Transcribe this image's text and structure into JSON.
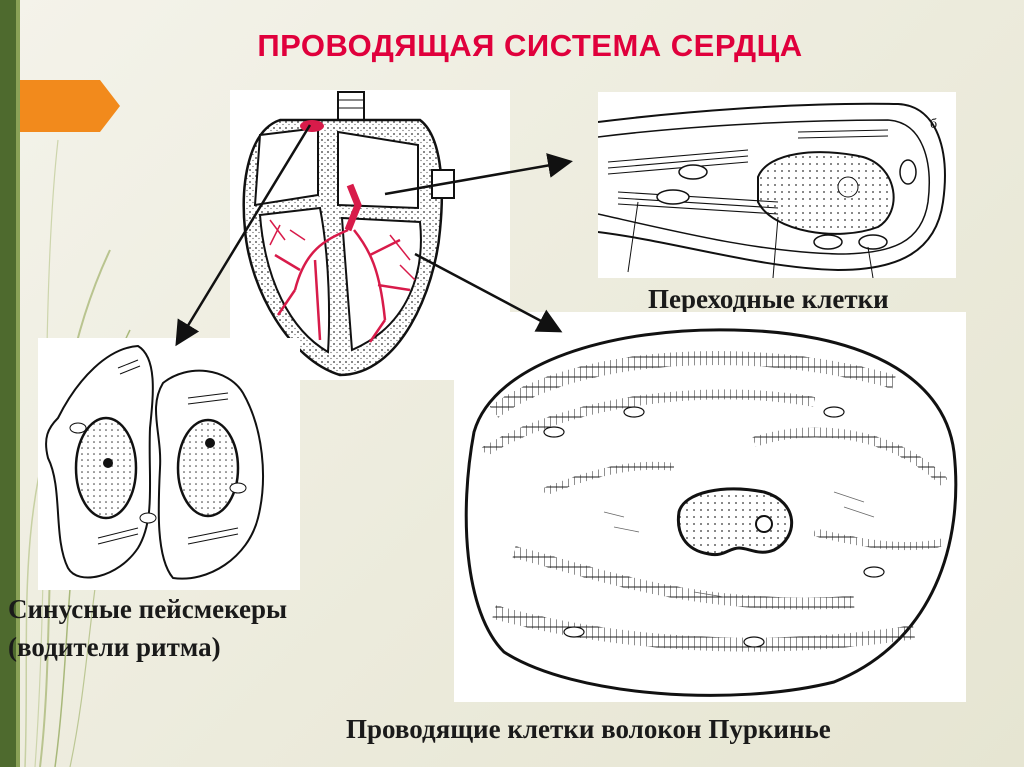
{
  "slide": {
    "title": "ПРОВОДЯЩАЯ СИСТЕМА СЕРДЦА",
    "accent_color": "#e0003c",
    "tab_color": "#f28a1c",
    "bar_color": "#4e6a2e"
  },
  "labels": {
    "transitional": "Переходные клетки",
    "sinus_line1": "Синусные пейсмекеры",
    "sinus_line2": "(водители ритма)",
    "purkinje": "Проводящие клетки волокон Пуркинье"
  },
  "figure_marks": {
    "transitional_cell": "б"
  },
  "icons": [
    "heart-diagram-icon",
    "transitional-cell-icon",
    "pacemaker-cells-icon",
    "purkinje-cell-icon"
  ]
}
